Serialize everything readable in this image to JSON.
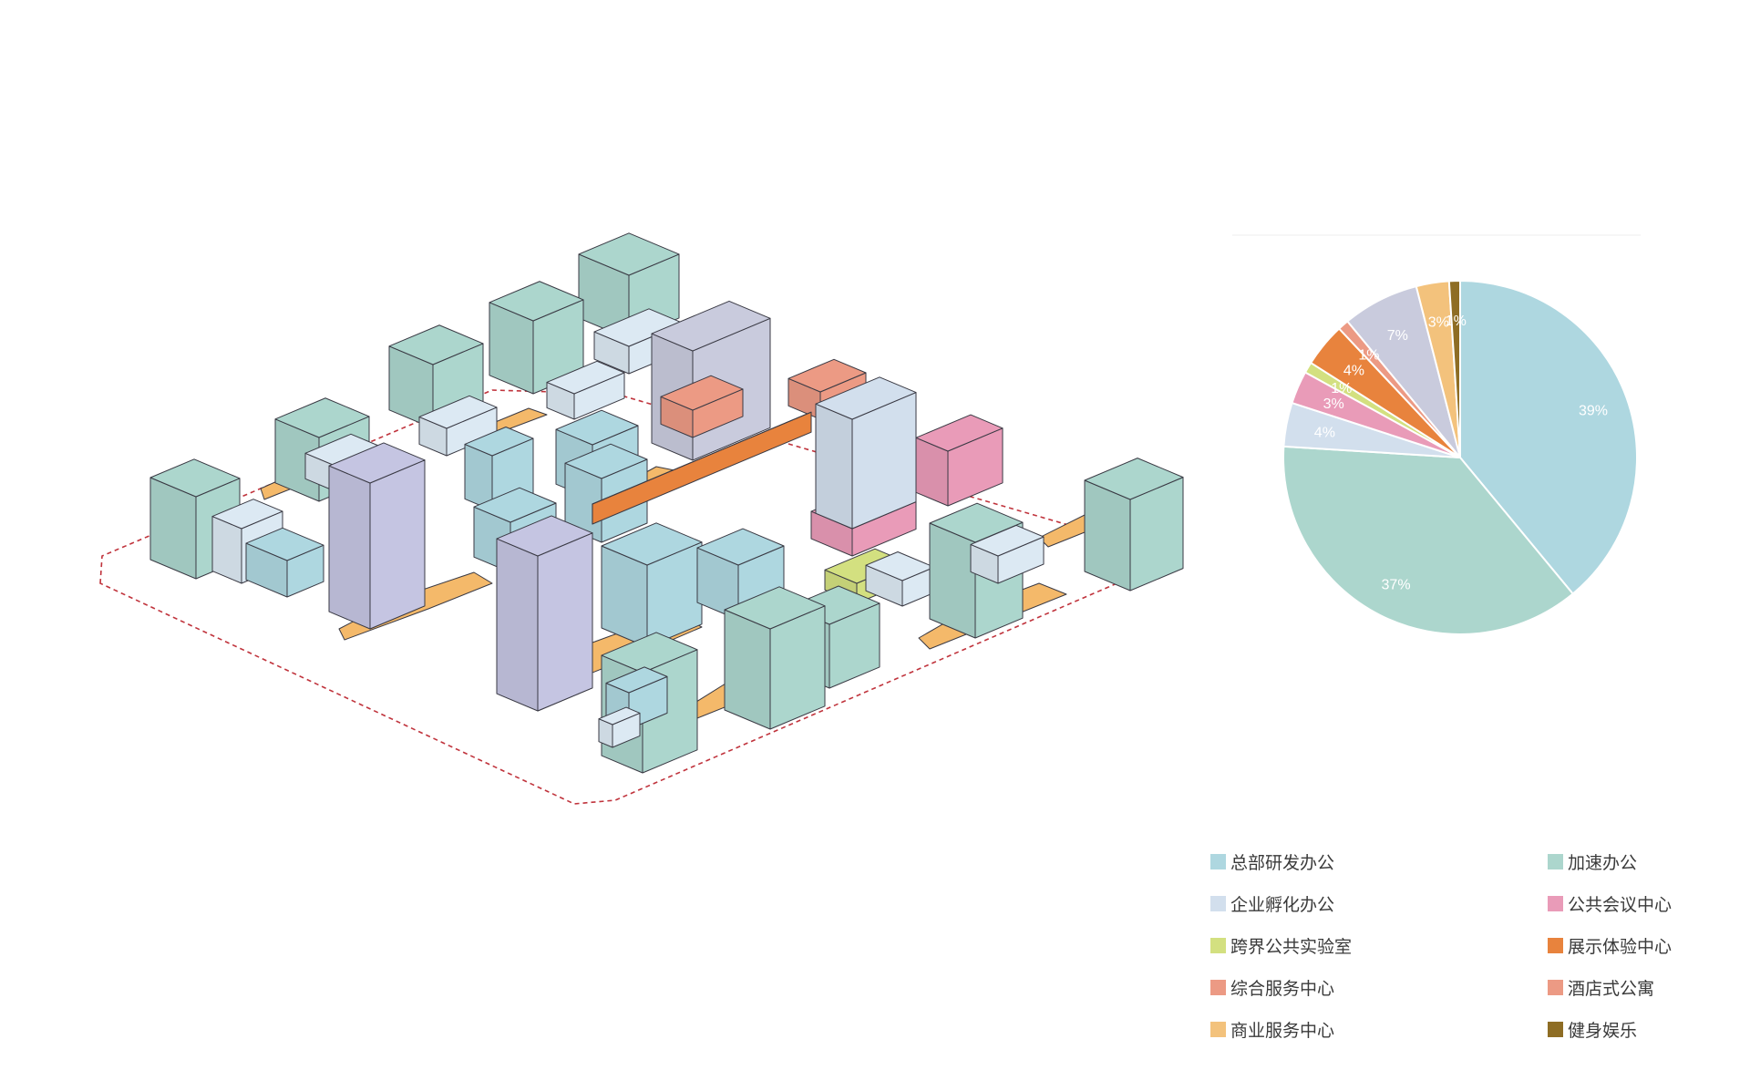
{
  "chart_data": {
    "type": "pie",
    "title": "",
    "slices": [
      {
        "name": "总部研发办公",
        "value": 39,
        "label": "39%",
        "color": "#aed7e0"
      },
      {
        "name": "加速办公",
        "value": 37,
        "label": "37%",
        "color": "#acd6cd"
      },
      {
        "name": "企业孵化办公",
        "value": 4,
        "label": "4%",
        "color": "#d2dfed"
      },
      {
        "name": "公共会议中心",
        "value": 3,
        "label": "3%",
        "color": "#e99bb8"
      },
      {
        "name": "跨界公共实验室",
        "value": 1,
        "label": "1%",
        "color": "#d3e080"
      },
      {
        "name": "展示体验中心",
        "value": 4,
        "label": "4%",
        "color": "#e8833d"
      },
      {
        "name": "综合服务中心",
        "value": 1,
        "label": "1%",
        "color": "#ec9a84"
      },
      {
        "name": "酒店式公寓",
        "value": 7,
        "label": "7%",
        "color": "#c9cbdd"
      },
      {
        "name": "商业服务中心",
        "value": 3,
        "label": "3%",
        "color": "#f3c27c"
      },
      {
        "name": "健身娱乐",
        "value": 1,
        "label": "1%",
        "color": "#8e6d24"
      }
    ],
    "legend_position": "bottom-right"
  },
  "legend": [
    {
      "label": "总部研发办公",
      "color": "#aed7e0"
    },
    {
      "label": "加速办公",
      "color": "#acd6cd"
    },
    {
      "label": "企业孵化办公",
      "color": "#d2dfed"
    },
    {
      "label": "公共会议中心",
      "color": "#e99bb8"
    },
    {
      "label": "跨界公共实验室",
      "color": "#d3e080"
    },
    {
      "label": "展示体验中心",
      "color": "#e8833d"
    },
    {
      "label": "综合服务中心",
      "color": "#ec9a84"
    },
    {
      "label": "酒店式公寓",
      "color": "#ec9a84"
    },
    {
      "label": "商业服务中心",
      "color": "#f3c27c"
    },
    {
      "label": "健身娱乐",
      "color": "#8e6d24"
    }
  ],
  "palette": {
    "boundary": "#c0333c",
    "outline": "#3a3a44",
    "podium": "#f4b96a"
  }
}
